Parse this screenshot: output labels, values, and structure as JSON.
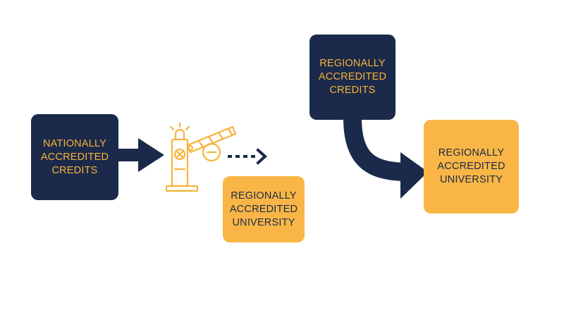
{
  "left_flow": {
    "source_label": "NATIONALLY\nACCREDITED\nCREDITS",
    "target_label": "REGIONALLY\nACCREDITED\nUNIVERSITY",
    "barrier_icon": "barrier-gate-icon",
    "blocked_arrow_icon": "dashed-arrow-icon"
  },
  "right_flow": {
    "source_label": "REGIONALLY\nACCREDITED\nCREDITS",
    "target_label": "REGIONALLY\nACCREDITED\nUNIVERSITY",
    "arrow_icon": "curved-arrow-icon"
  },
  "colors": {
    "navy": "#1b2a4a",
    "gold": "#f9b646",
    "gold_text": "#f7b23b"
  }
}
